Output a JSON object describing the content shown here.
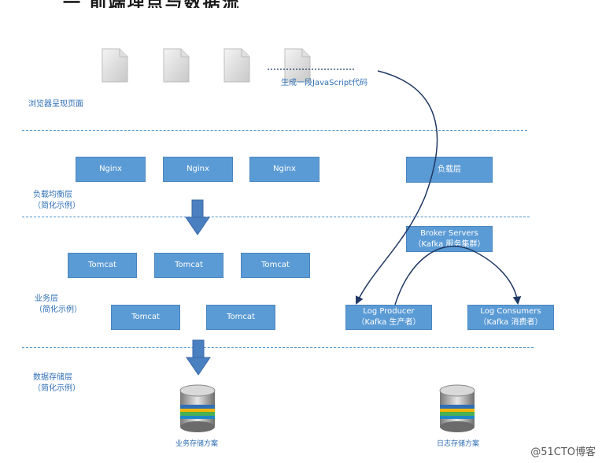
{
  "layers": {
    "browser": "浏览器呈现页面",
    "load_balance": "负载均衡层\n（简化示例）",
    "business": "业务层\n（简化示例）",
    "storage": "数据存储层\n（简化示例）"
  },
  "js_caption": "生成一段JavaScript代码",
  "nginx": [
    "Nginx",
    "Nginx",
    "Nginx"
  ],
  "load_layer_box": "负载层",
  "tomcat_row1": [
    "Tomcat",
    "Tomcat",
    "Tomcat"
  ],
  "tomcat_row2": [
    "Tomcat",
    "Tomcat"
  ],
  "broker": {
    "line1": "Broker Servers",
    "line2": "（Kafka 服务集群）"
  },
  "producer": {
    "line1": "Log Producer",
    "line2": "（Kafka 生产者）"
  },
  "consumer": {
    "line1": "Log Consumers",
    "line2": "（Kafka 消费者）"
  },
  "storage_captions": {
    "business": "业务存储方案",
    "log": "日志存储方案"
  },
  "watermark": "@51CTO博客",
  "colors": {
    "box": "#5b9bd5",
    "label": "#2f6fb5",
    "arrow": "#4a7fc0",
    "curve": "#1f3864"
  }
}
